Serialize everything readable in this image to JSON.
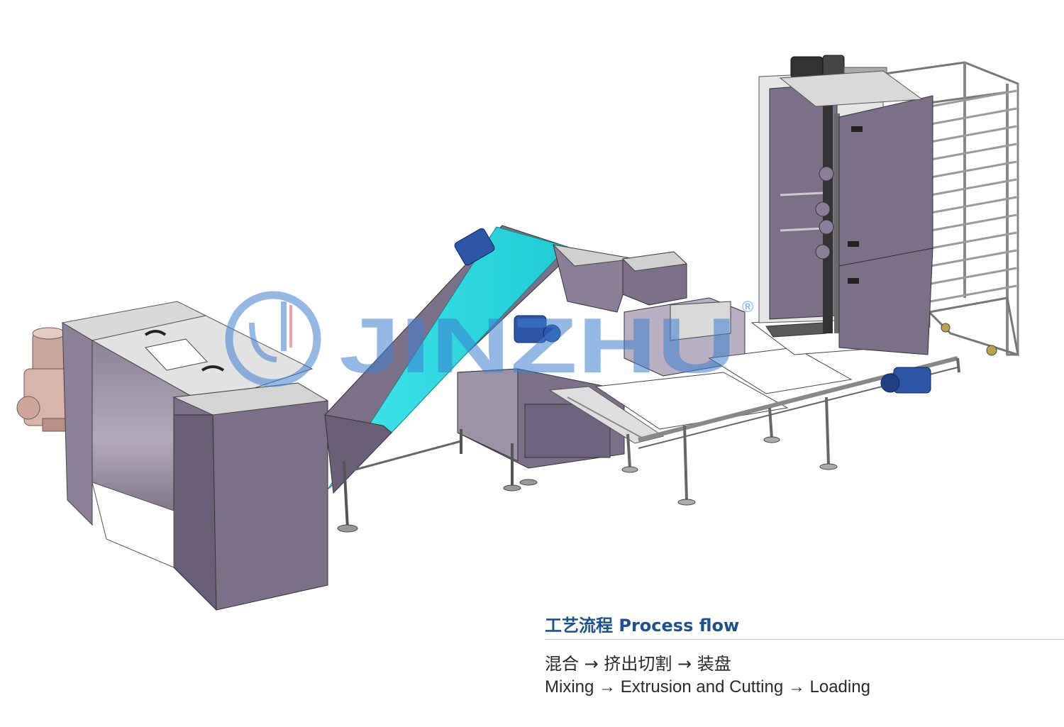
{
  "watermark": {
    "brand": "JINZHU",
    "registered": "®"
  },
  "caption": {
    "title_zh": "工艺流程",
    "title_en": "Process flow",
    "steps_zh": [
      "混合",
      "挤出切割",
      "装盘"
    ],
    "steps_en": [
      "Mixing",
      "Extrusion and Cutting",
      "Loading"
    ],
    "arrow": "→"
  },
  "colors": {
    "metal": "#7c7088",
    "metal_light": "#a89eb2",
    "metal_pale": "#d7d7d7",
    "belt": "#2de0e6",
    "motor": "#2d56a8",
    "heading": "#1e4f8f",
    "motor_red": "#d6b0a8"
  }
}
